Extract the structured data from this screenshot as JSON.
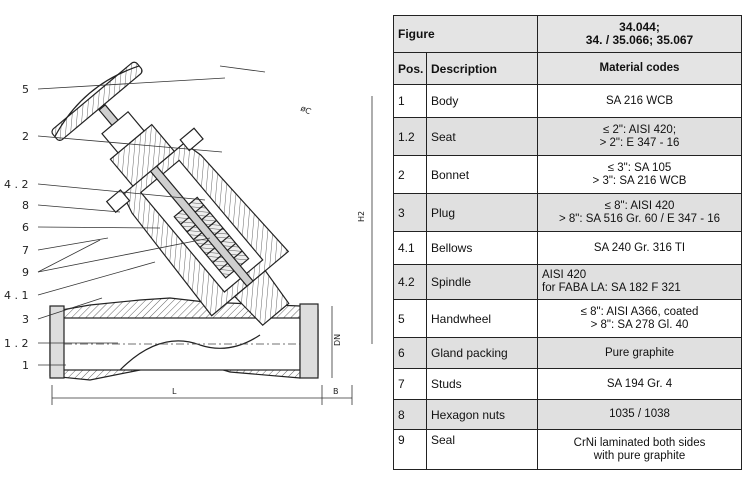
{
  "drawing": {
    "callouts": [
      "5",
      "2",
      "4 . 2",
      "8",
      "6",
      "7",
      "9",
      "4 . 1",
      "3",
      "1 . 2",
      "1"
    ],
    "dimensions": {
      "diameter": "øC",
      "height": "H2",
      "nominal": "DN",
      "length": "L",
      "b": "B"
    }
  },
  "table": {
    "figure_label": "Figure",
    "figure_value_line1": "34.044;",
    "figure_value_line2": "34. / 35.066; 35.067",
    "col_pos": "Pos.",
    "col_desc": "Description",
    "col_mat": "Material codes",
    "rows": [
      {
        "pos": "1",
        "desc": "Body",
        "mat1": "SA 216 WCB",
        "mat2": ""
      },
      {
        "pos": "1.2",
        "desc": "Seat",
        "mat1": "≤ 2\": AISI 420;",
        "mat2": "> 2\": E 347 - 16"
      },
      {
        "pos": "2",
        "desc": "Bonnet",
        "mat1": "≤ 3\": SA 105",
        "mat2": "> 3\": SA 216 WCB"
      },
      {
        "pos": "3",
        "desc": "Plug",
        "mat1": "≤ 8\": AISI 420",
        "mat2": "> 8\": SA 516 Gr. 60 / E 347 - 16"
      },
      {
        "pos": "4.1",
        "desc": "Bellows",
        "mat1": "SA 240 Gr. 316 TI",
        "mat2": ""
      },
      {
        "pos": "4.2",
        "desc": "Spindle",
        "mat1": "AISI 420",
        "mat2": "for FABA LA: SA 182 F 321"
      },
      {
        "pos": "5",
        "desc": "Handwheel",
        "mat1": "≤ 8\": AISI A366,  coated",
        "mat2": "> 8\": SA 278 Gl. 40"
      },
      {
        "pos": "6",
        "desc": "Gland packing",
        "mat1": "Pure graphite",
        "mat2": ""
      },
      {
        "pos": "7",
        "desc": "Studs",
        "mat1": "SA 194 Gr. 4",
        "mat2": ""
      },
      {
        "pos": "8",
        "desc": "Hexagon nuts",
        "mat1": "1035 / 1038",
        "mat2": ""
      },
      {
        "pos": "9",
        "desc": "Seal",
        "mat1": "CrNi laminated both sides",
        "mat2": "with pure graphite"
      }
    ]
  }
}
